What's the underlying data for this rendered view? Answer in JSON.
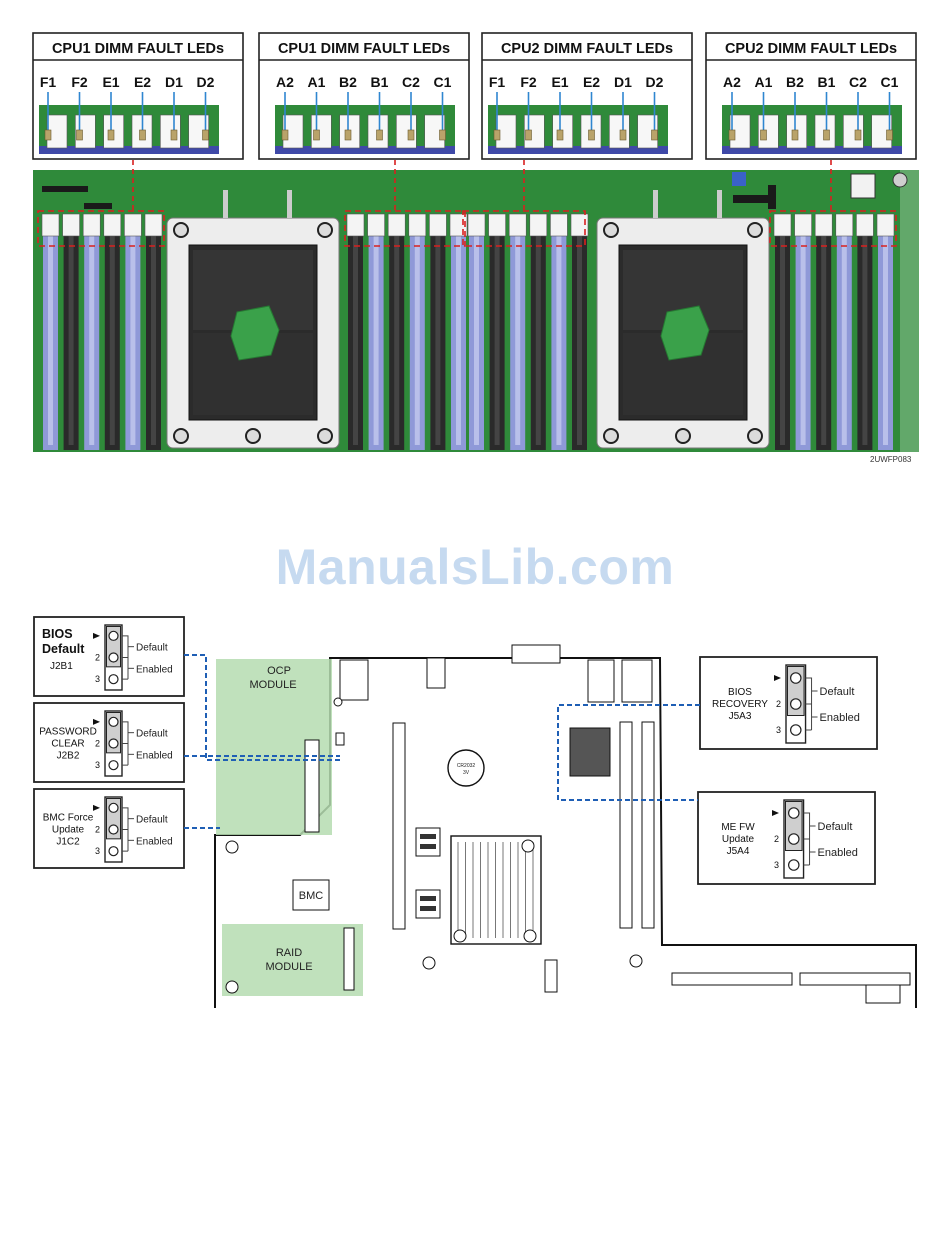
{
  "led_panels": [
    {
      "title": "CPU1 DIMM FAULT LEDs",
      "labels": [
        "F1",
        "F2",
        "E1",
        "E2",
        "D1",
        "D2"
      ]
    },
    {
      "title": "CPU1 DIMM FAULT LEDs",
      "labels": [
        "A2",
        "A1",
        "B2",
        "B1",
        "C2",
        "C1"
      ]
    },
    {
      "title": "CPU2 DIMM FAULT LEDs",
      "labels": [
        "F1",
        "F2",
        "E1",
        "E2",
        "D1",
        "D2"
      ]
    },
    {
      "title": "CPU2 DIMM FAULT LEDs",
      "labels": [
        "A2",
        "A1",
        "B2",
        "B1",
        "C2",
        "C1"
      ]
    }
  ],
  "figure_code": "2UWFP083",
  "watermark": "ManualsLib.com",
  "jumpers": [
    {
      "title_lines": [
        "BIOS",
        "Default"
      ],
      "id": "J2B1",
      "pin_labels": [
        "2",
        "3"
      ],
      "default_label": "Default",
      "enabled_label": "Enabled"
    },
    {
      "title_lines": [
        "PASSWORD",
        "CLEAR"
      ],
      "id": "J2B2",
      "pin_labels": [
        "2",
        "3"
      ],
      "default_label": "Default",
      "enabled_label": "Enabled"
    },
    {
      "title_lines": [
        "BMC Force",
        "Update"
      ],
      "id": "J1C2",
      "pin_labels": [
        "2",
        "3"
      ],
      "default_label": "Default",
      "enabled_label": "Enabled"
    },
    {
      "title_lines": [
        "BIOS",
        "RECOVERY"
      ],
      "id": "J5A3",
      "pin_labels": [
        "2",
        "3"
      ],
      "default_label": "Default",
      "enabled_label": "Enabled"
    },
    {
      "title_lines": [
        "ME FW",
        "Update"
      ],
      "id": "J5A4",
      "pin_labels": [
        "2",
        "3"
      ],
      "default_label": "Default",
      "enabled_label": "Enabled"
    }
  ],
  "board": {
    "ocp_lines": [
      "OCP",
      "MODULE"
    ],
    "raid_lines": [
      "RAID",
      "MODULE"
    ],
    "bmc_label": "BMC",
    "battery_lines": [
      "CR2032",
      "3V"
    ]
  },
  "colors": {
    "pcb_green": "#2f8a3a",
    "pcb_dark": "#1f6b2b",
    "dimm_blue": "#8f99d8",
    "dimm_black": "#2a2a2a",
    "fault_dash": "#d9201f",
    "link_blue": "#1f5fb5",
    "module_green": "#b5dcb0"
  }
}
